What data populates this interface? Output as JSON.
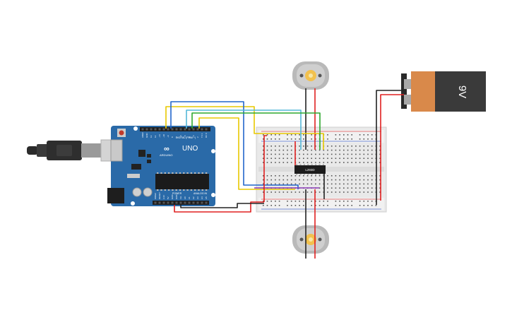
{
  "board": {
    "brand": "UNO",
    "sub_label": "ARDUINO",
    "digital_label": "DIGITAL (PWM ~)",
    "power_label": "POWER",
    "analog_label": "ANALOG IN",
    "top_pins": [
      "AREF",
      "GND",
      "13",
      "12",
      "~11",
      "~10",
      "~9",
      "8",
      "7",
      "~6",
      "~5",
      "4",
      "~3",
      "2",
      "TX 1",
      "RX 0"
    ],
    "bottom_pins": [
      "IOREF",
      "RESET",
      "3.3V",
      "5V",
      "GND",
      "GND",
      "Vin",
      "A0",
      "A1",
      "A2",
      "A3",
      "A4",
      "A5"
    ]
  },
  "chip": {
    "label": "L293D"
  },
  "battery": {
    "label": "9V"
  },
  "colors": {
    "board": "#2a6aa8",
    "battery_body": "#3a3a3a",
    "battery_label": "#d9894a",
    "wire_red": "#e02020",
    "wire_black": "#222222",
    "wire_yellow": "#e8c800",
    "wire_blue": "#2266cc",
    "wire_green": "#2fa82f",
    "wire_cyan": "#55b8d8",
    "wire_purple": "#8a3ab8"
  },
  "icons": [
    "usb-cable-icon",
    "motor-icon",
    "battery-icon",
    "chip-icon",
    "breadboard-icon"
  ]
}
